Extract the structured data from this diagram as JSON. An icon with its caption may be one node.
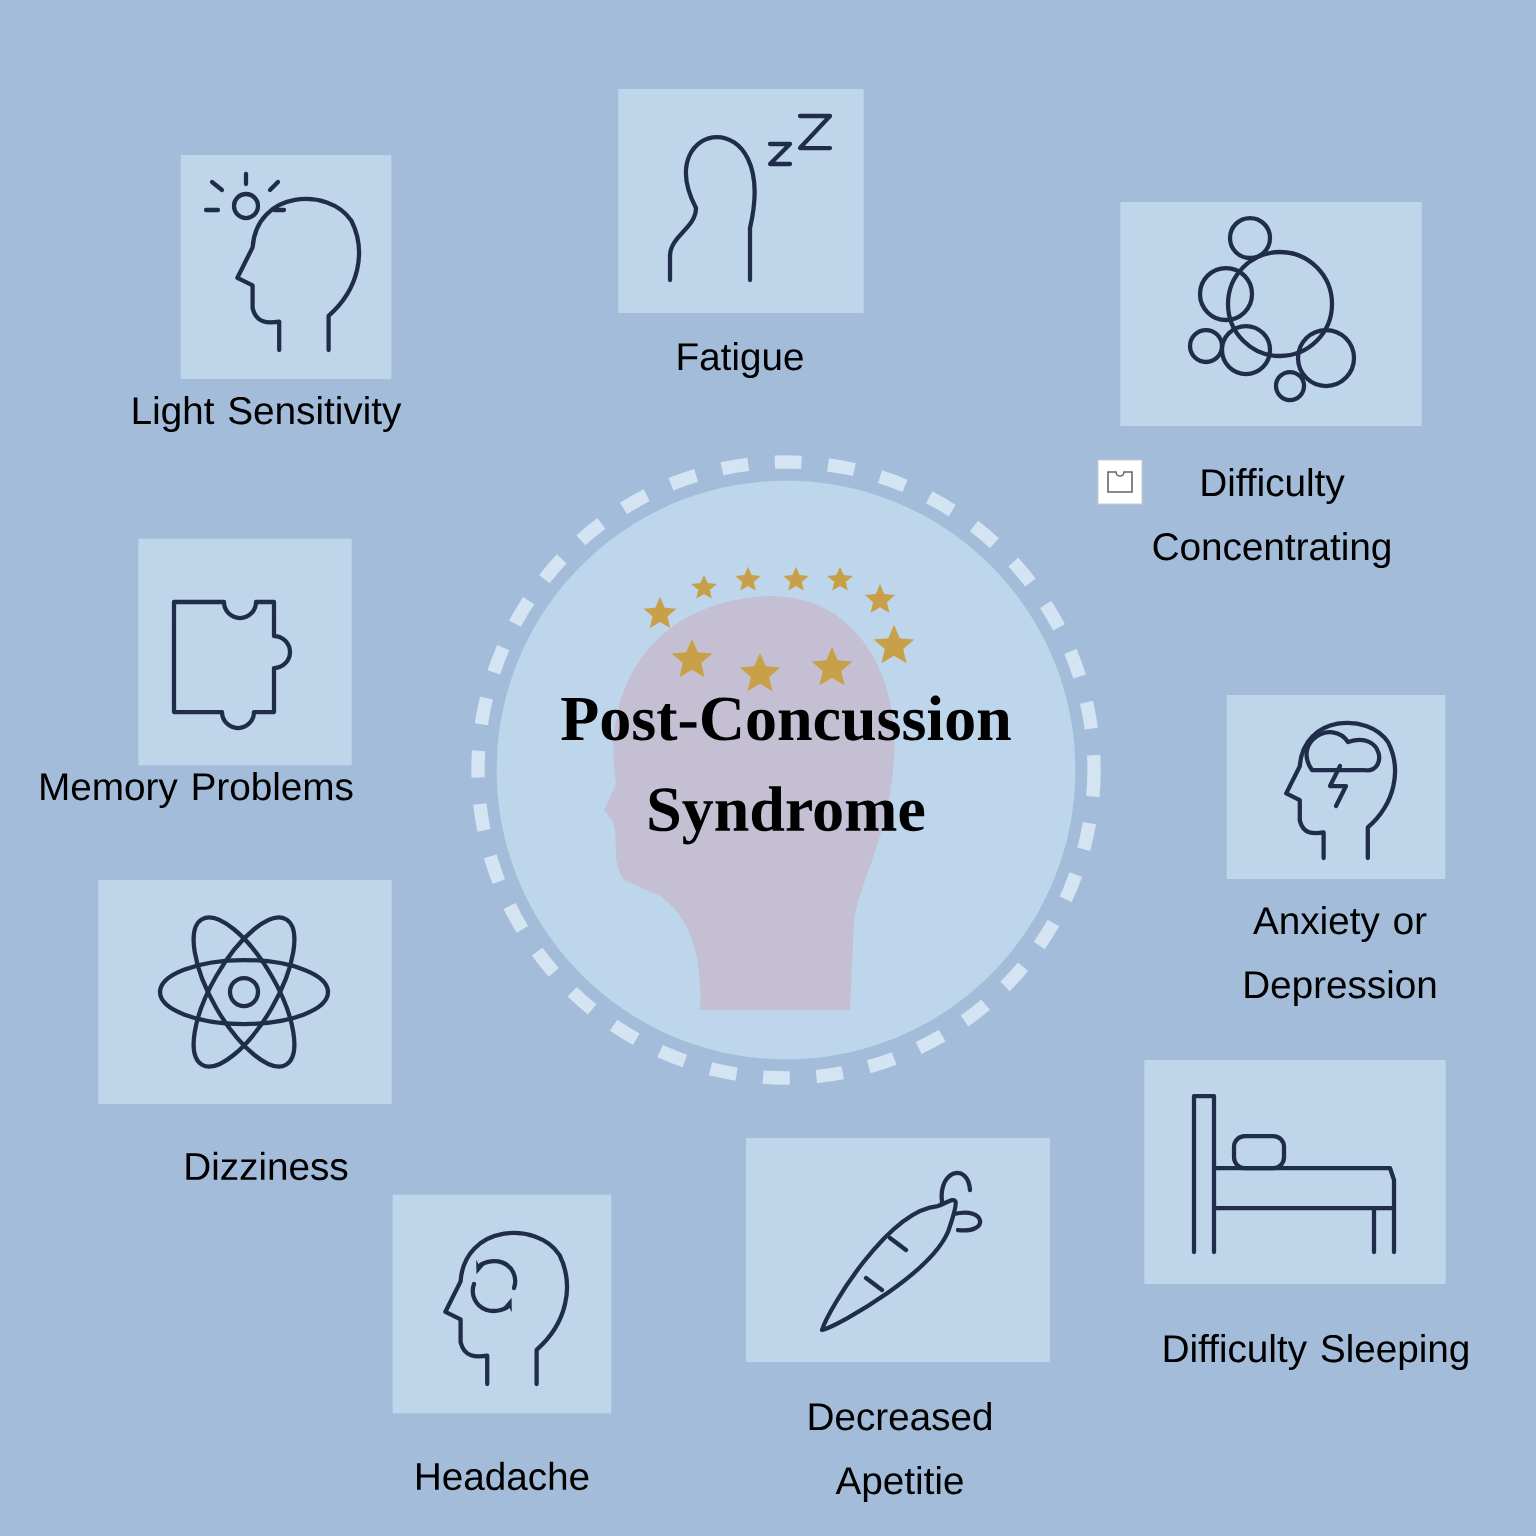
{
  "diagram": {
    "nodes": [
      {
        "text": [
          "Fatigue"
        ]
      },
      {
        "text": [
          "Light Sensitivity"
        ]
      },
      {
        "text": [
          "Difficulty Concentrating"
        ]
      },
      {
        "text": [
          "Memory Problems"
        ]
      },
      {
        "text": [
          "Post-Concussion Syndrome"
        ]
      },
      {
        "text": [
          "Anxiety or Depression"
        ]
      },
      {
        "text": [
          "Dizziness"
        ]
      },
      {
        "text": [
          "Difficulty Sleeping"
        ]
      },
      {
        "text": [
          "Decreased Apetitie"
        ]
      },
      {
        "text": [
          "Headache"
        ]
      }
    ]
  }
}
